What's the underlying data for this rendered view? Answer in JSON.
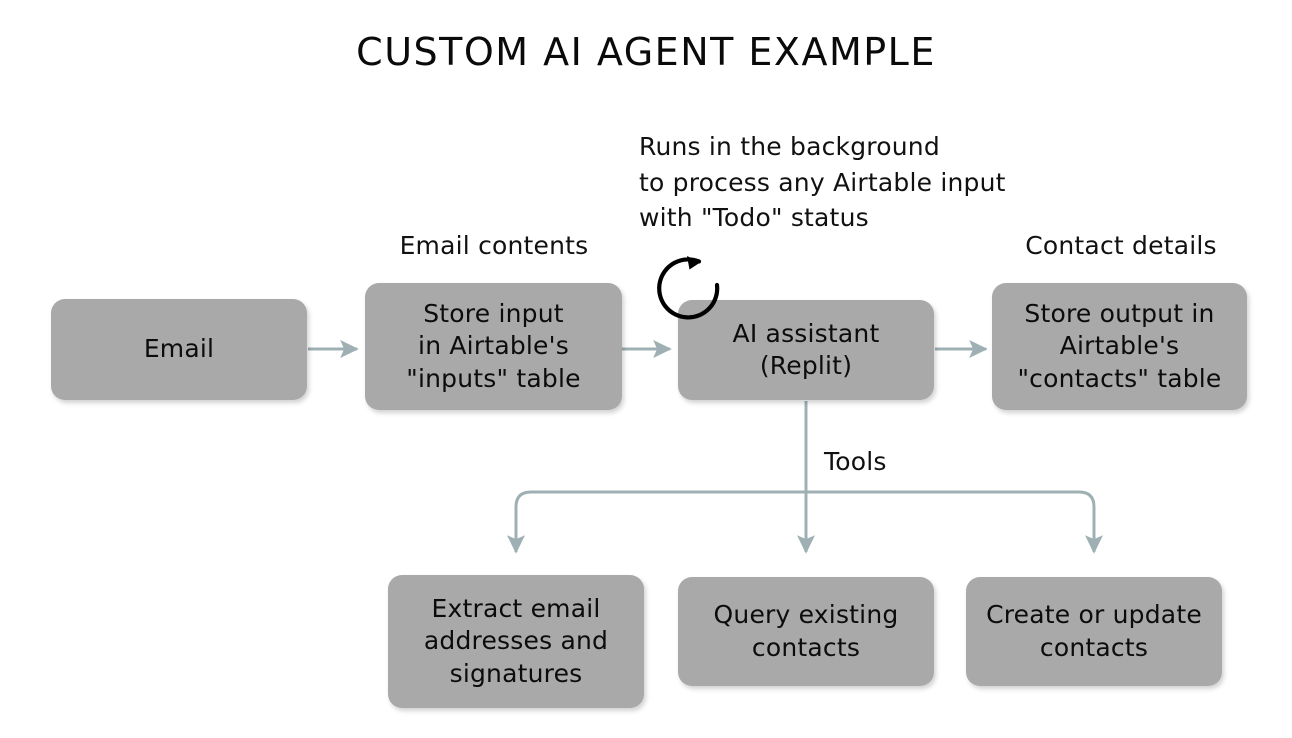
{
  "title": "CUSTOM AI AGENT EXAMPLE",
  "colors": {
    "node_fill": "#a9a9a9",
    "connector": "#9fb0b5",
    "text": "#0c0c0c",
    "background": "#ffffff"
  },
  "captions": {
    "email_contents": "Email contents",
    "contact_details": "Contact details",
    "background_note": "Runs in the background\nto process any Airtable input\nwith \"Todo\" status",
    "tools": "Tools"
  },
  "nodes": {
    "email": "Email",
    "store_input": "Store input\nin Airtable's\n\"inputs\" table",
    "ai_assistant": "AI assistant\n(Replit)",
    "store_output": "Store output in\nAirtable's\n\"contacts\" table",
    "extract_emails": "Extract email\naddresses and\nsignatures",
    "query_contacts": "Query existing\ncontacts",
    "create_update_contacts": "Create or update\ncontacts"
  },
  "icons": {
    "loop": "refresh-loop-icon"
  },
  "flow": {
    "main_chain": [
      "email",
      "store_input",
      "ai_assistant",
      "store_output"
    ],
    "tool_children": [
      "extract_emails",
      "query_contacts",
      "create_update_contacts"
    ]
  }
}
